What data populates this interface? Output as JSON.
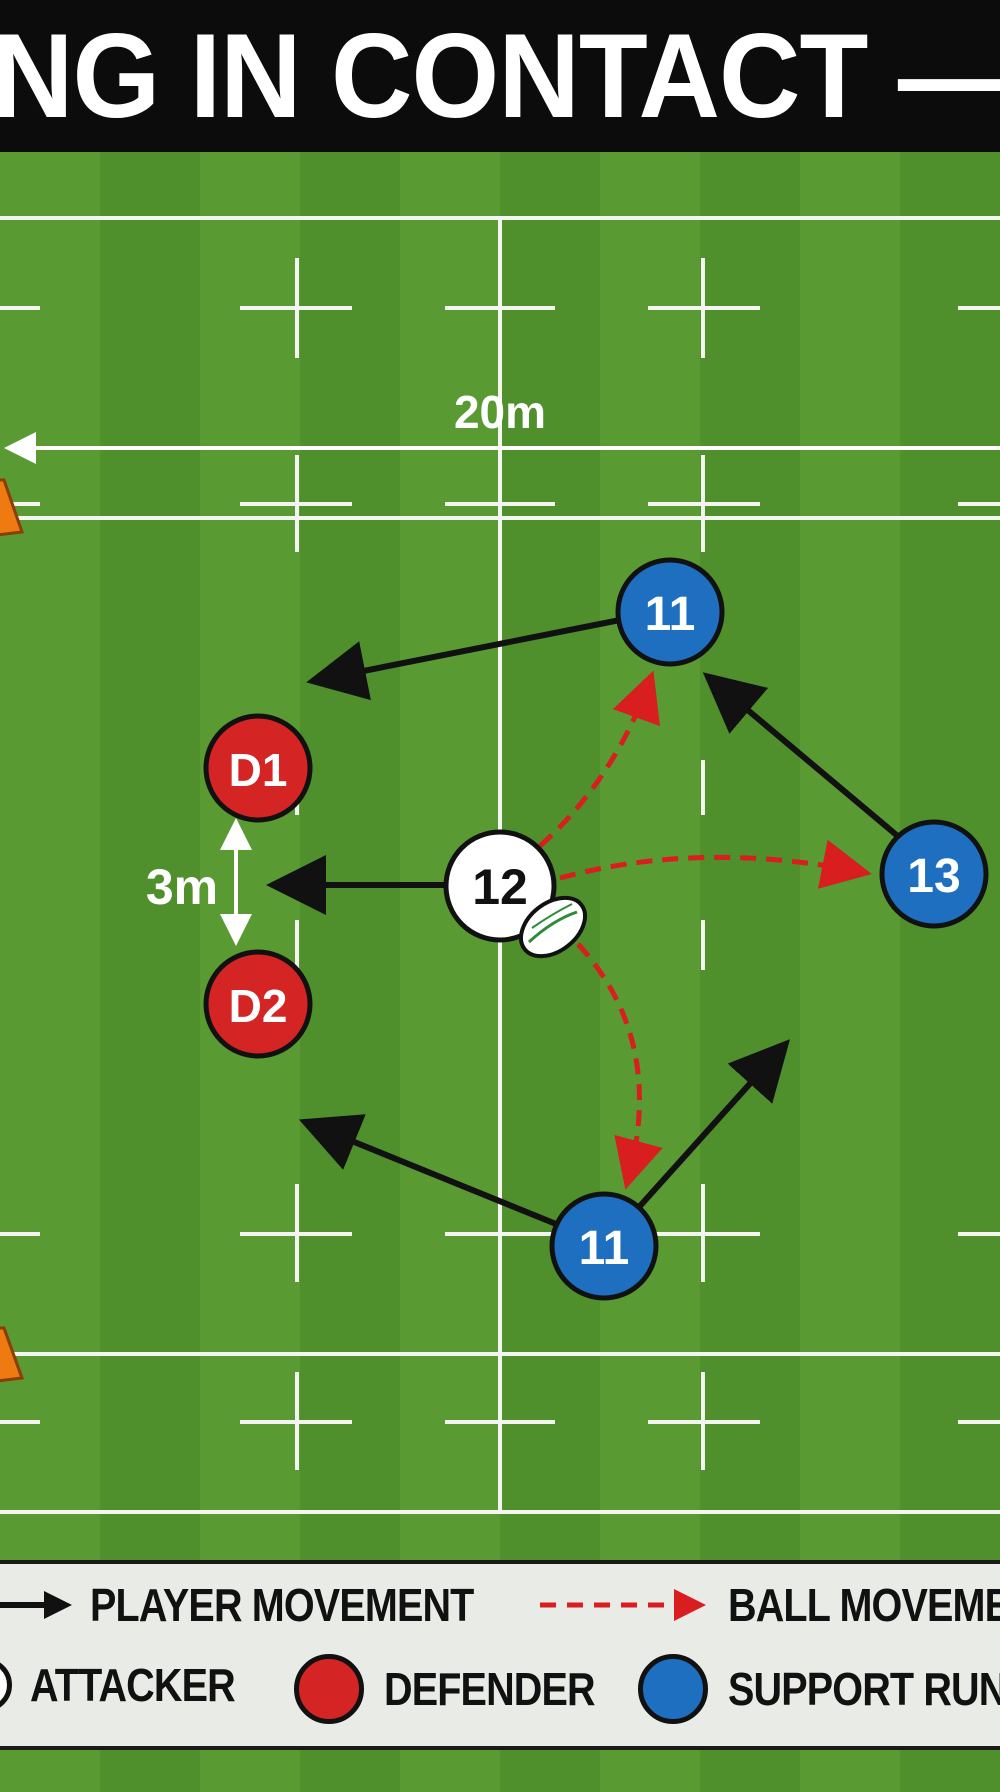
{
  "title": "NG IN CONTACT — DR",
  "colors": {
    "grass": "#4f8f2c",
    "grass_stripe": "#5a9a33",
    "line": "#f4f4f0",
    "defender": "#d42424",
    "support": "#1e6fbf",
    "attacker": "#ffffff",
    "ball_arrow": "#d81e1e",
    "cone": "#f07a12"
  },
  "labels": {
    "width_marker": "20m",
    "gap_marker": "3m"
  },
  "players": [
    {
      "id": "D1",
      "role": "defender"
    },
    {
      "id": "D2",
      "role": "defender"
    },
    {
      "id": "12",
      "role": "attacker"
    },
    {
      "id": "11",
      "role": "support"
    },
    {
      "id": "13",
      "role": "support"
    },
    {
      "id": "11",
      "role": "support"
    }
  ],
  "legend": [
    {
      "label": "PLAYER MOVEMENT",
      "icon": "solid-arrow-icon"
    },
    {
      "label": "BALL MOVEME",
      "icon": "dashed-red-arrow-icon"
    },
    {
      "label": "ATTACKER",
      "icon": "white-circle-icon"
    },
    {
      "label": "DEFENDER",
      "icon": "red-circle-icon"
    },
    {
      "label": "SUPPORT RUN",
      "icon": "blue-circle-icon"
    }
  ]
}
